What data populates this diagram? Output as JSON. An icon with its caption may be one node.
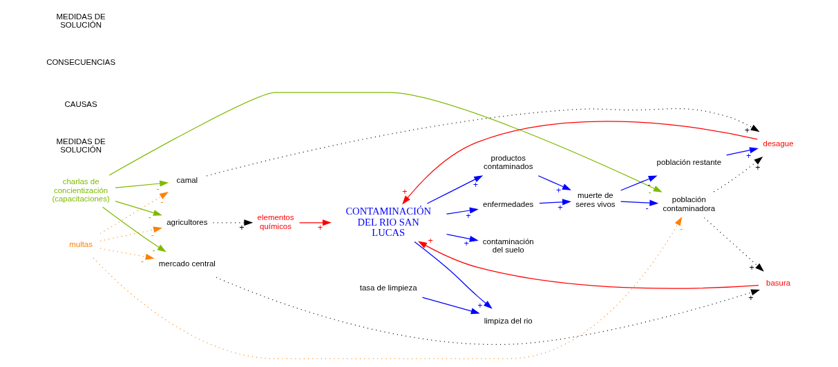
{
  "diagram": {
    "nodes": [
      {
        "text": [
          "agricultores"
        ]
      },
      {
        "text": [
          "elementos químicos"
        ]
      },
      {
        "text": [
          "enfermedades"
        ]
      },
      {
        "text": [
          "mercado central"
        ]
      },
      {
        "text": [
          "charlas de concientización (capacitaciones)"
        ]
      },
      {
        "text": [
          "multas"
        ]
      },
      {
        "text": [
          "basura"
        ]
      },
      {
        "text": [
          "CONTAMINACIÓN DEL RIO SAN LUCAS"
        ]
      },
      {
        "text": [
          "contaminación del suelo"
        ]
      },
      {
        "text": [
          "limpiza del rio"
        ]
      },
      {
        "text": [
          "población contaminadora"
        ]
      },
      {
        "text": [
          "tasa de limpieza"
        ]
      },
      {
        "text": [
          "muerte de seres vivos"
        ]
      },
      {
        "text": [
          "productos contaminados"
        ]
      },
      {
        "text": [
          "camal"
        ]
      },
      {
        "text": [
          "desague"
        ]
      },
      {
        "text": [
          "población restante"
        ]
      }
    ],
    "edges": [
      {
        "from": 4,
        "to": 0,
        "arrow": "to",
        "label": "-",
        "color": "#7fba00"
      },
      {
        "from": 5,
        "to": 0,
        "arrow": "to",
        "label": "-",
        "style": "dashed",
        "color": "#ff8000"
      },
      {
        "from": 4,
        "to": 3,
        "arrow": "to",
        "label": "-",
        "color": "#7fba00"
      },
      {
        "from": 5,
        "to": 3,
        "arrow": "to",
        "label": "-",
        "style": "dashed",
        "color": "#ff8000"
      },
      {
        "from": 4,
        "to": 10,
        "arrow": "to",
        "label": "-",
        "color": "#7fba00"
      },
      {
        "from": 5,
        "to": 10,
        "arrow": "to",
        "label": "-",
        "style": "dashed",
        "color": "#ff8000"
      },
      {
        "from": 4,
        "to": 14,
        "arrow": "to",
        "label": "-",
        "color": "#7fba00"
      },
      {
        "from": 5,
        "to": 14,
        "arrow": "to",
        "label": "-",
        "style": "dashed",
        "color": "#ff8000"
      },
      {
        "from": 0,
        "to": 1,
        "arrow": "to",
        "label": "+",
        "style": "dashed",
        "color": "#000000"
      },
      {
        "from": 3,
        "to": 6,
        "arrow": "to",
        "label": "+",
        "style": "dashed",
        "color": "#000000"
      },
      {
        "from": 10,
        "to": 6,
        "arrow": "to",
        "label": "+",
        "style": "dashed",
        "color": "#000000"
      },
      {
        "from": 10,
        "to": 15,
        "arrow": "to",
        "label": "+",
        "style": "dashed",
        "color": "#000000"
      },
      {
        "from": 14,
        "to": 15,
        "arrow": "to",
        "label": "+",
        "style": "dashed",
        "color": "#000000"
      },
      {
        "from": 1,
        "to": 7,
        "arrow": "to",
        "label": "+",
        "color": "#ff0000"
      },
      {
        "from": 6,
        "to": 7,
        "arrow": "to",
        "label": "+",
        "color": "#ff0000"
      },
      {
        "from": 15,
        "to": 7,
        "arrow": "to",
        "label": "+",
        "color": "#ff0000"
      },
      {
        "from": 7,
        "to": 2,
        "arrow": "to",
        "label": "+"
      },
      {
        "from": 7,
        "to": 8,
        "arrow": "to",
        "label": "+"
      },
      {
        "from": 7,
        "to": 9,
        "arrow": "to",
        "label": "+"
      },
      {
        "from": 7,
        "to": 13,
        "arrow": "to",
        "label": "+"
      },
      {
        "from": 11,
        "to": 9,
        "arrow": "to"
      },
      {
        "from": 2,
        "to": 12,
        "arrow": "to",
        "label": "+"
      },
      {
        "from": 13,
        "to": 12,
        "arrow": "to",
        "label": "+"
      },
      {
        "from": 12,
        "to": 16,
        "arrow": "to",
        "label": "-"
      },
      {
        "from": 16,
        "to": 15,
        "arrow": "to",
        "label": "+"
      },
      {
        "from": 12,
        "to": 10,
        "arrow": "to",
        "label": "-"
      }
    ],
    "labels": [
      "MEDIDAS DE SOLUCIÓN",
      "CAUSAS",
      "CONSECUENCIAS",
      "MEDIDAS DE SOLUCIÓN"
    ]
  }
}
